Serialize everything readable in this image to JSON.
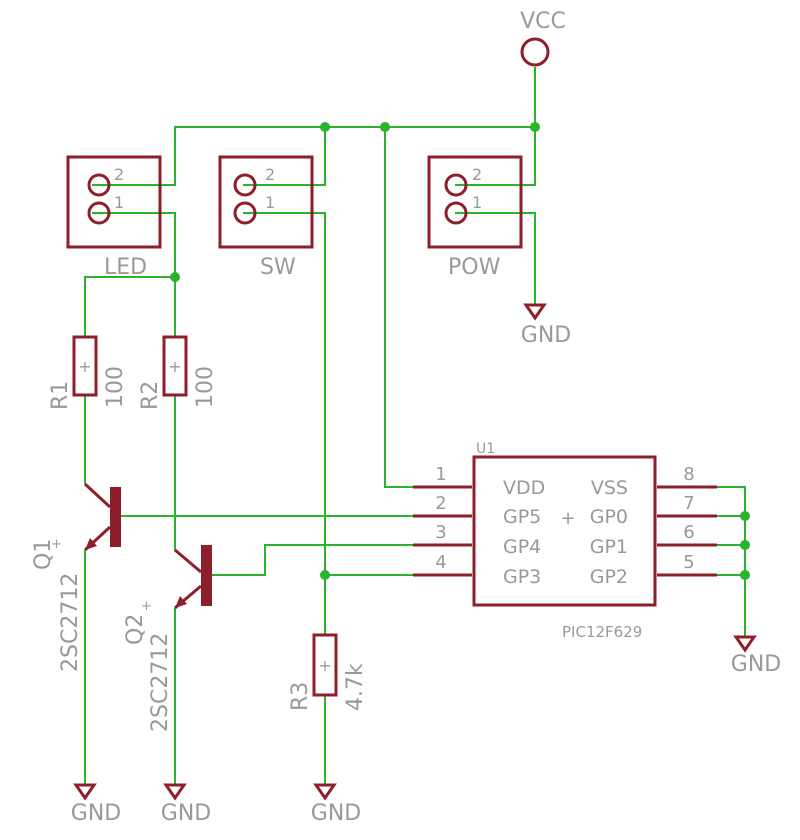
{
  "power": {
    "vcc": "VCC",
    "gnd": "GND"
  },
  "connectors": {
    "led": {
      "name": "LED",
      "pin2": "2",
      "pin1": "1"
    },
    "sw": {
      "name": "SW",
      "pin2": "2",
      "pin1": "1"
    },
    "pow": {
      "name": "POW",
      "pin2": "2",
      "pin1": "1"
    }
  },
  "resistors": {
    "r1": {
      "name": "R1",
      "value": "100"
    },
    "r2": {
      "name": "R2",
      "value": "100"
    },
    "r3": {
      "name": "R3",
      "value": "4.7k"
    }
  },
  "transistors": {
    "q1": {
      "name": "Q1",
      "part": "2SC2712"
    },
    "q2": {
      "name": "Q2",
      "part": "2SC2712"
    }
  },
  "ic": {
    "ref": "U1",
    "part": "PIC12F629",
    "pins_left": [
      {
        "num": "1",
        "label": "VDD"
      },
      {
        "num": "2",
        "label": "GP5"
      },
      {
        "num": "3",
        "label": "GP4"
      },
      {
        "num": "4",
        "label": "GP3"
      }
    ],
    "pins_right": [
      {
        "num": "8",
        "label": "VSS"
      },
      {
        "num": "7",
        "label": "GP0"
      },
      {
        "num": "6",
        "label": "GP1"
      },
      {
        "num": "5",
        "label": "GP2"
      }
    ]
  },
  "colors": {
    "wire": "#2bb32b",
    "part": "#8c1f2a",
    "text": "#999999",
    "background": "#ffffff"
  }
}
